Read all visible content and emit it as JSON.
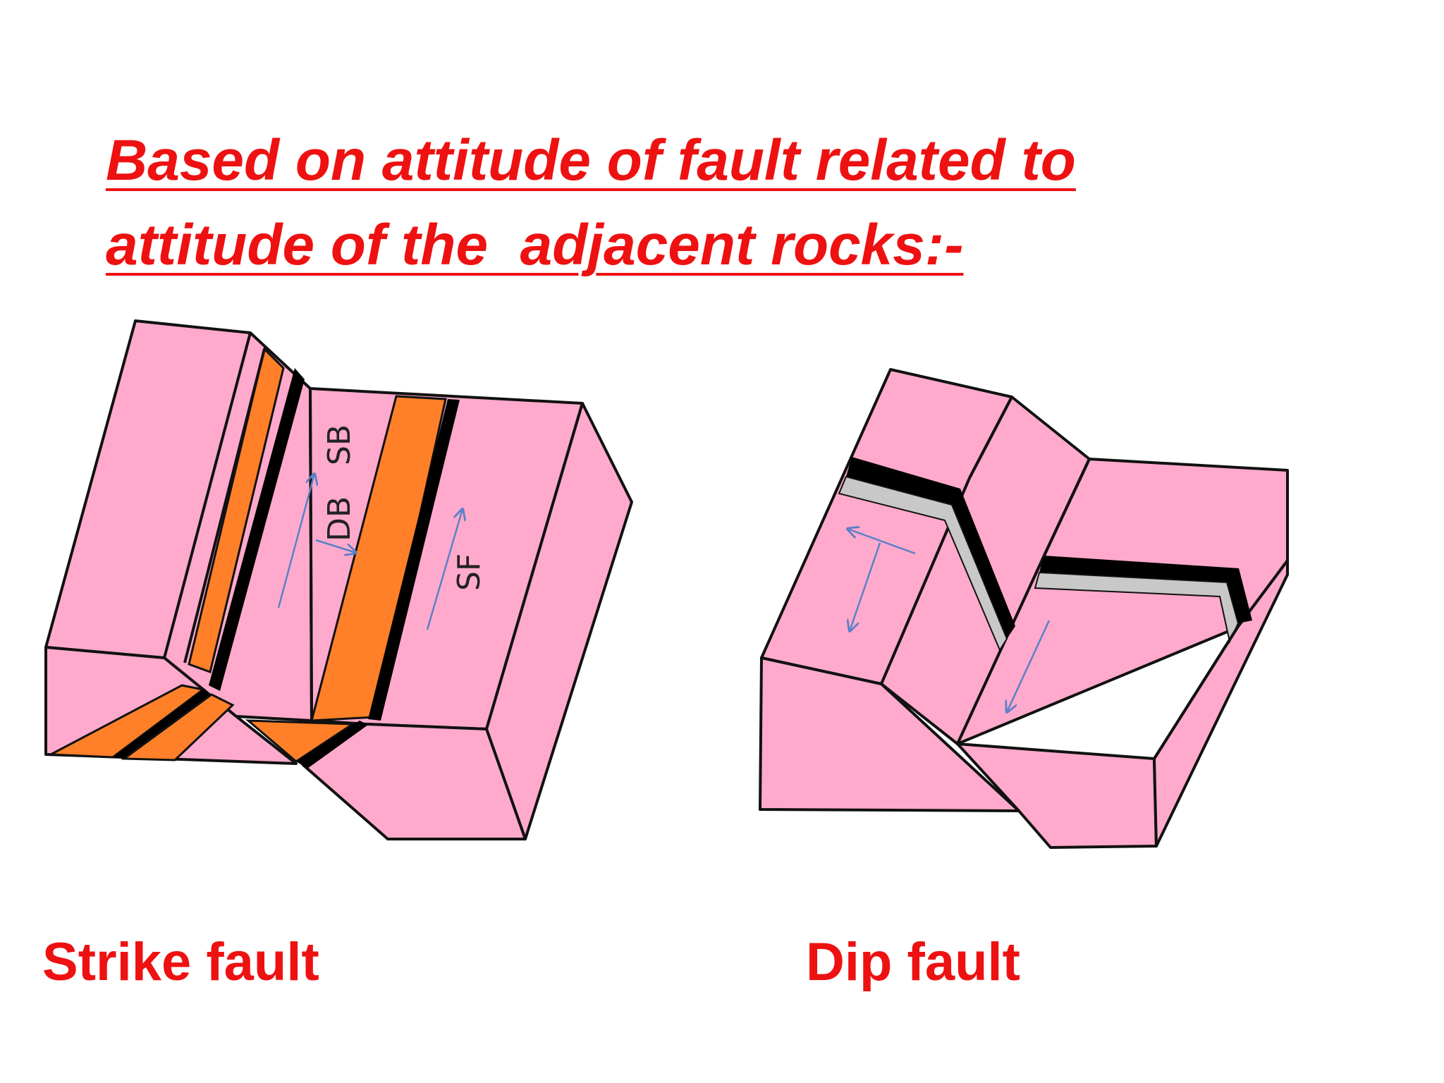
{
  "title": {
    "line1": "Based on attitude of fault related to",
    "line2": "attitude of the  adjacent rocks:-"
  },
  "diagrams": {
    "strike": {
      "caption": "Strike fault",
      "labels": {
        "sb": "SB",
        "db": "DB",
        "sf": "SF"
      }
    },
    "dip": {
      "caption": "Dip fault"
    }
  },
  "colors": {
    "title": "#ee1111",
    "block": "#ffaacc",
    "bed": "#ff8028",
    "seam": "#000000",
    "seam_light": "#c8c8c8",
    "arrow": "#5b80c8",
    "outline": "#111111"
  }
}
